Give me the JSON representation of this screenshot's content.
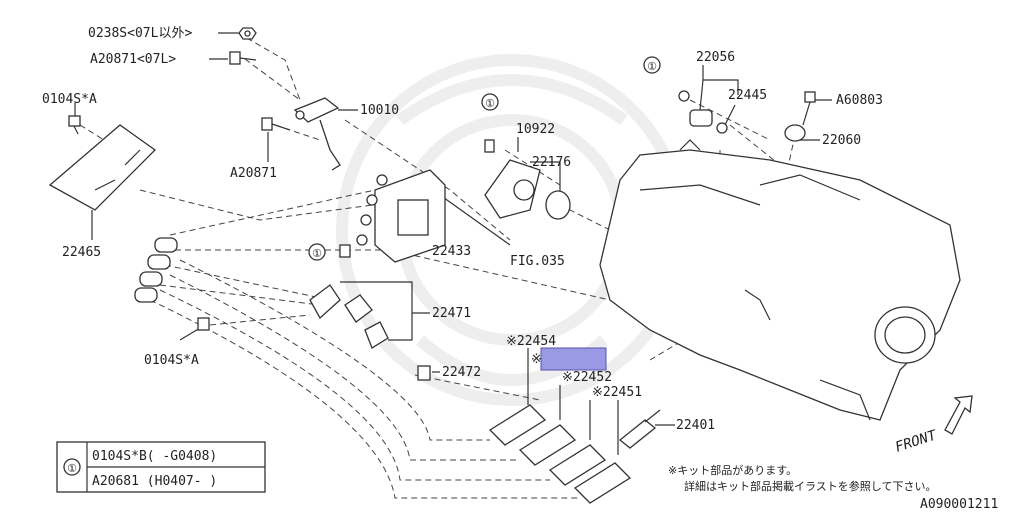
{
  "labels": {
    "p0238s": "0238S<07L以外>",
    "a20871_top": "A20871<07L>",
    "p0104s_a_top": "0104S*A",
    "p10010": "10010",
    "a20871_mid": "A20871",
    "p22465": "22465",
    "p10922": "10922",
    "p22176": "22176",
    "p22433": "22433",
    "fig035": "FIG.035",
    "p22056": "22056",
    "p22445": "22445",
    "a60803": "A60803",
    "p22060": "22060",
    "p22471": "22471",
    "p0104s_a_bot": "0104S*A",
    "p22472": "22472",
    "p22454": "※22454",
    "p22453_mark": "※",
    "p22452": "※22452",
    "p22451": "※22451",
    "p22401": "22401",
    "front": "FRONT"
  },
  "callout_mark": "①",
  "legend": {
    "mark": "①",
    "rows": [
      "0104S*B( -G0408)",
      "A20681 (H0407- )"
    ]
  },
  "notes": {
    "line1": "※キット部品があります。",
    "line2": "詳細はキット部品掲載イラストを参照して下さい。"
  },
  "diagram_id": "A090001211",
  "colors": {
    "highlight": "#9999e6",
    "line": "#333333"
  }
}
